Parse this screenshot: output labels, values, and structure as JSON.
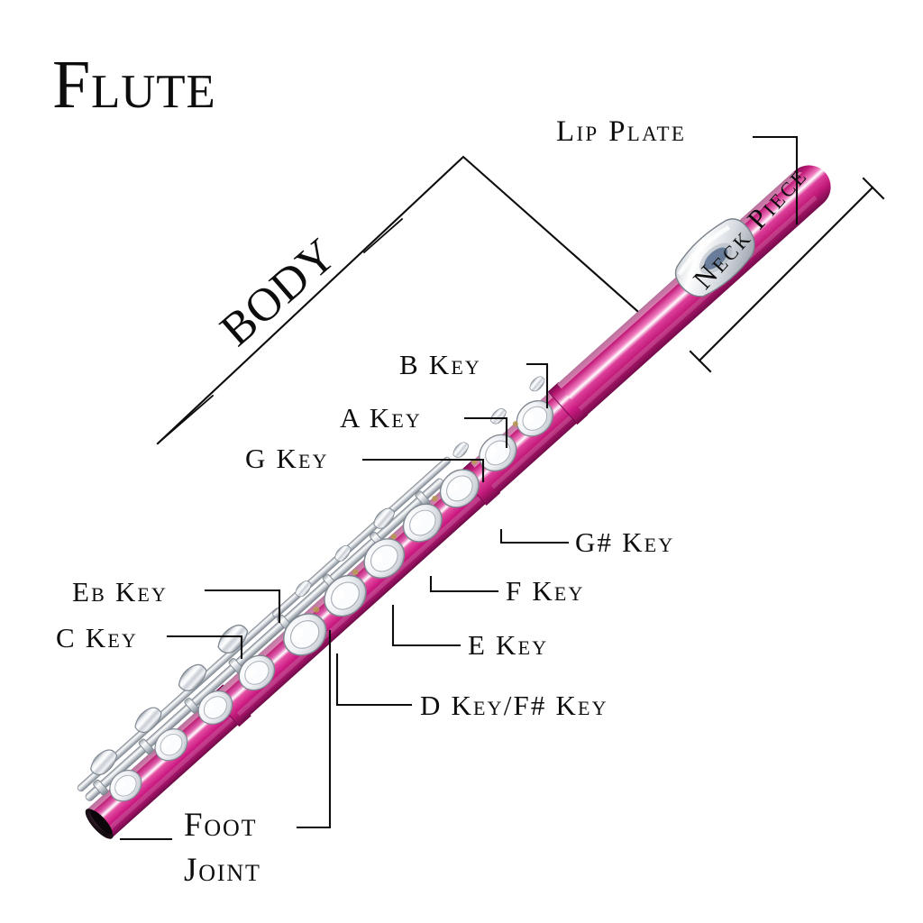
{
  "page": {
    "title": "Flute",
    "background_color": "#ffffff",
    "ink_color": "#0d0d0d"
  },
  "instrument": {
    "name": "Flute",
    "body_color": "#c9187f",
    "body_color_dark": "#8e0f5c",
    "body_color_light": "#e85bb0",
    "key_color": "#d9dde2",
    "key_color_light": "#ffffff",
    "key_color_dark": "#8d959e"
  },
  "labels": {
    "lip_plate": "Lip Plate",
    "neck_piece": "Neck Piece",
    "body": "BODY",
    "b_key": "B Key",
    "a_key": "A Key",
    "g_key": "G Key",
    "gsharp_key": "G# Key",
    "f_key": "F Key",
    "e_key": "E Key",
    "eb_key": "Eb Key",
    "c_key": "C Key",
    "d_fsharp_key": "D Key/F# Key",
    "foot_line1": "Foot",
    "foot_line2": "Joint"
  },
  "parts_list": [
    {
      "id": "lip-plate",
      "label": "Lip Plate",
      "leader": "elbow"
    },
    {
      "id": "neck-piece",
      "label": "Neck Piece",
      "leader": "bracket-diagonal"
    },
    {
      "id": "body",
      "label": "BODY",
      "leader": "bracket-chevron"
    },
    {
      "id": "b-key",
      "label": "B Key",
      "leader": "elbow"
    },
    {
      "id": "a-key",
      "label": "A Key",
      "leader": "elbow"
    },
    {
      "id": "g-key",
      "label": "G Key",
      "leader": "elbow"
    },
    {
      "id": "gsharp-key",
      "label": "G# Key",
      "leader": "elbow"
    },
    {
      "id": "f-key",
      "label": "F Key",
      "leader": "elbow"
    },
    {
      "id": "e-key",
      "label": "E Key",
      "leader": "elbow"
    },
    {
      "id": "eb-key",
      "label": "Eb Key",
      "leader": "elbow"
    },
    {
      "id": "c-key",
      "label": "C Key",
      "leader": "elbow"
    },
    {
      "id": "d-fsharp-key",
      "label": "D Key/F# Key",
      "leader": "elbow"
    },
    {
      "id": "foot-joint",
      "label": "Foot Joint",
      "leader": "bracket-vertical"
    }
  ]
}
